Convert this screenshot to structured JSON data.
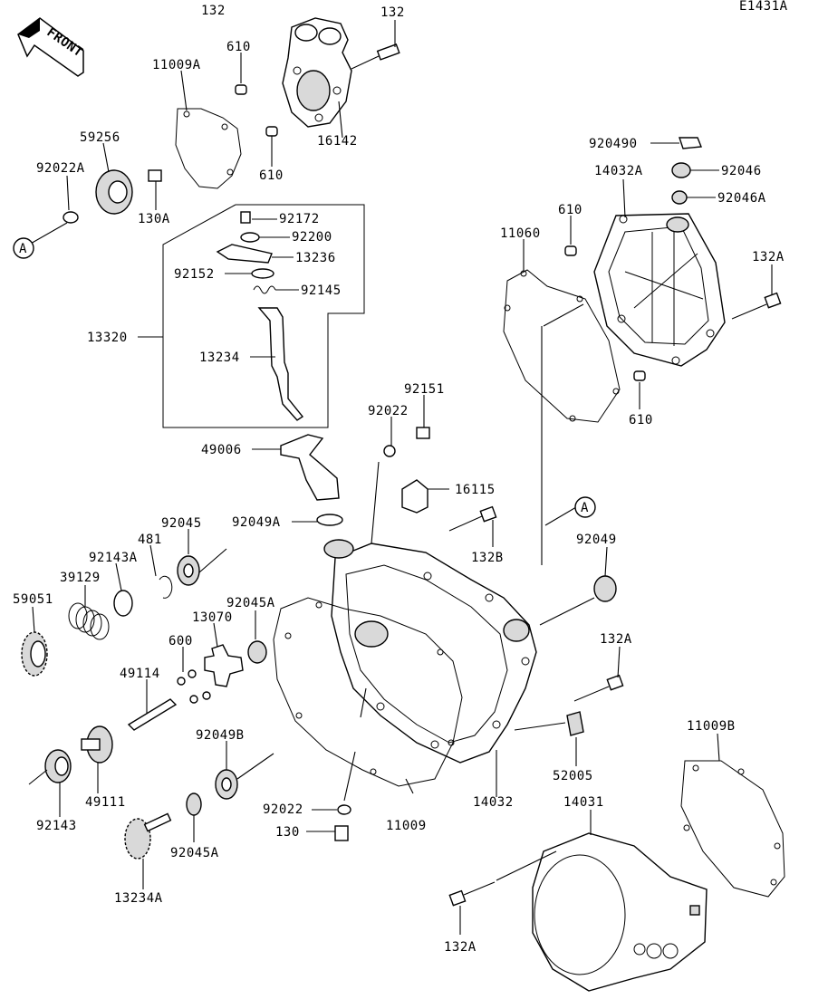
{
  "diagram_code": "E1431A",
  "front_badge": "FRONT",
  "ref_marker": "A",
  "parts": {
    "p132_top_left": "132",
    "p132_top": "132",
    "p610_a": "610",
    "p11009A": "11009A",
    "p16142": "16142",
    "p610_b": "610",
    "p59256": "59256",
    "p92022A": "92022A",
    "p130A": "130A",
    "p92172": "92172",
    "p92200": "92200",
    "p13236": "13236",
    "p92152": "92152",
    "p92145": "92145",
    "p13320": "13320",
    "p13234": "13234",
    "p920490": "920490",
    "p92046": "92046",
    "p14032A": "14032A",
    "p92046A": "92046A",
    "p610_c": "610",
    "p11060": "11060",
    "p132A_r1": "132A",
    "p610_d": "610",
    "p92151": "92151",
    "p92022": "92022",
    "p49006": "49006",
    "p16115": "16115",
    "p92049A": "92049A",
    "p132B": "132B",
    "p92045": "92045",
    "p481": "481",
    "p92143A": "92143A",
    "p39129": "39129",
    "p59051": "59051",
    "p92049": "92049",
    "p92045A_a": "92045A",
    "p13070": "13070",
    "p600": "600",
    "p49114": "49114",
    "p132A_r2": "132A",
    "p11009B": "11009B",
    "p92049B": "92049B",
    "p49111": "49111",
    "p52005": "52005",
    "p92143": "92143",
    "p92022_b": "92022",
    "p14032": "14032",
    "p14031": "14031",
    "p11009": "11009",
    "p130": "130",
    "p92045A_b": "92045A",
    "p13234A": "13234A",
    "p132A_r3": "132A"
  }
}
